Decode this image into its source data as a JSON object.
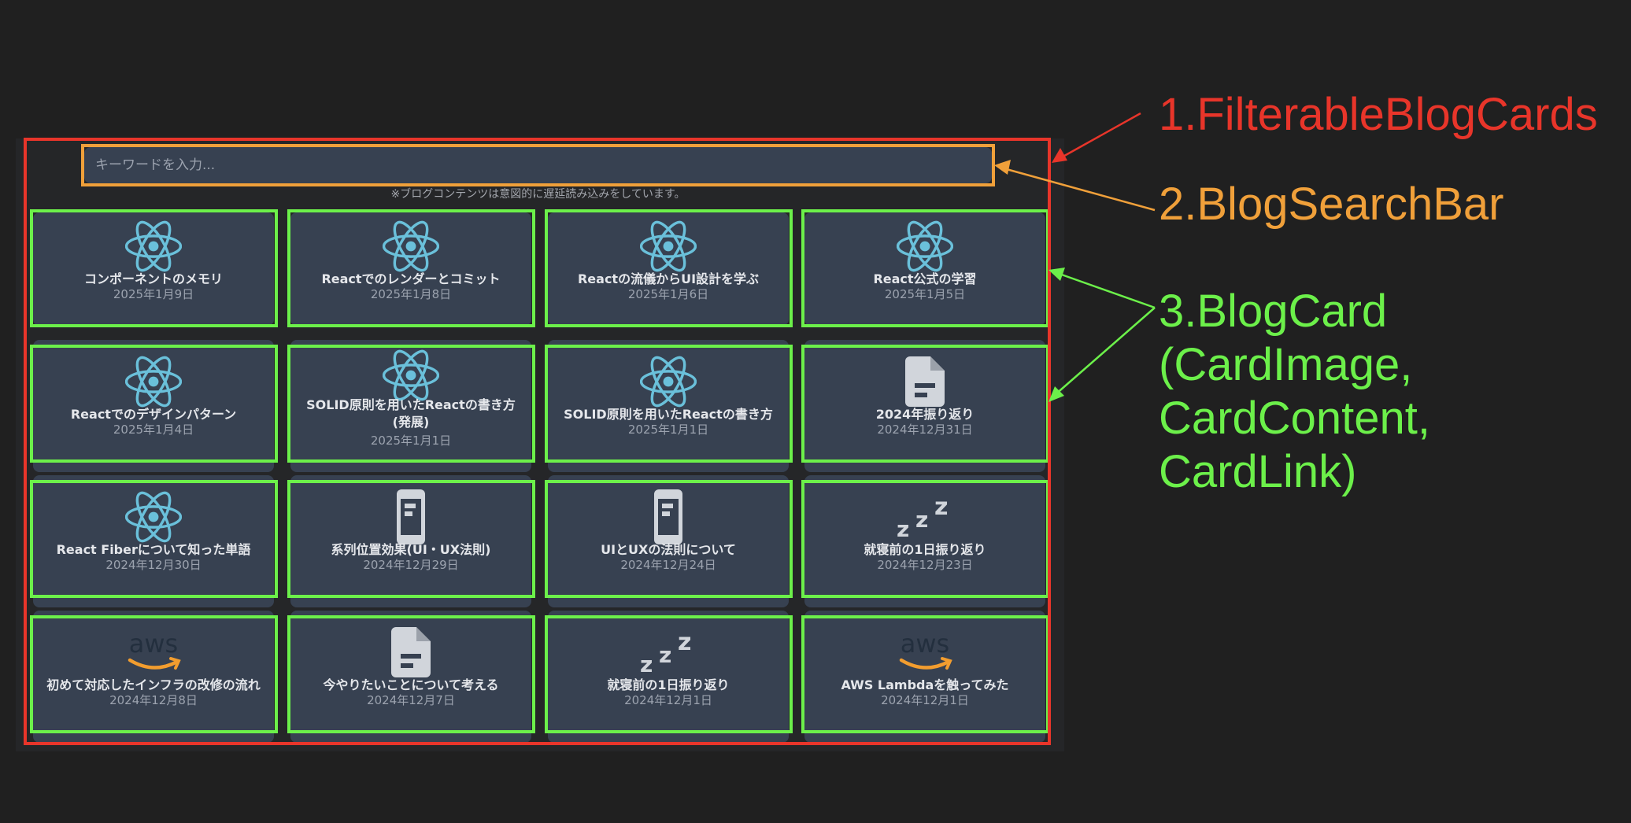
{
  "search": {
    "placeholder": "キーワードを入力...",
    "value": "",
    "note": "※ブログコンテンツは意図的に遅延読み込みをしています。"
  },
  "cards": [
    {
      "title": "コンポーネントのメモリ",
      "date": "2025年1月9日",
      "icon": "react-icon"
    },
    {
      "title": "Reactでのレンダーとコミット",
      "date": "2025年1月8日",
      "icon": "react-icon"
    },
    {
      "title": "Reactの流儀からUI設計を学ぶ",
      "date": "2025年1月6日",
      "icon": "react-icon"
    },
    {
      "title": "React公式の学習",
      "date": "2025年1月5日",
      "icon": "react-icon"
    },
    {
      "title": "Reactでのデザインパターン",
      "date": "2025年1月4日",
      "icon": "react-icon"
    },
    {
      "title": "SOLID原則を用いたReactの書き方(発展)",
      "date": "2025年1月1日",
      "icon": "react-icon"
    },
    {
      "title": "SOLID原則を用いたReactの書き方",
      "date": "2025年1月1日",
      "icon": "react-icon"
    },
    {
      "title": "2024年振り返り",
      "date": "2024年12月31日",
      "icon": "document-icon"
    },
    {
      "title": "React Fiberについて知った単語",
      "date": "2024年12月30日",
      "icon": "react-icon"
    },
    {
      "title": "系列位置効果(UI・UX法則)",
      "date": "2024年12月29日",
      "icon": "mobile-icon"
    },
    {
      "title": "UIとUXの法則について",
      "date": "2024年12月24日",
      "icon": "mobile-icon"
    },
    {
      "title": "就寝前の1日振り返り",
      "date": "2024年12月23日",
      "icon": "sleep-icon"
    },
    {
      "title": "初めて対応したインフラの改修の流れ",
      "date": "2024年12月8日",
      "icon": "aws-icon"
    },
    {
      "title": "今やりたいことについて考える",
      "date": "2024年12月7日",
      "icon": "document-icon"
    },
    {
      "title": "就寝前の1日振り返り",
      "date": "2024年12月1日",
      "icon": "sleep-icon"
    },
    {
      "title": "AWS Lambdaを触ってみた",
      "date": "2024年12月1日",
      "icon": "aws-icon"
    }
  ],
  "annotations": {
    "filterable": "1.FilterableBlogCards",
    "searchbar": "2.BlogSearchBar",
    "blogcard_lines": [
      "3.BlogCard",
      "(CardImage,",
      "CardContent,",
      "CardLink)"
    ]
  },
  "colors": {
    "page_bg": "#202020",
    "card_bg": "#374151",
    "react": "#6ac0da",
    "icon_gray": "#d1d5db",
    "aws_orange": "#f29d2f",
    "annotation_red": "#e8352a",
    "annotation_orange": "#f0a03a",
    "annotation_green": "#6cf04a"
  }
}
